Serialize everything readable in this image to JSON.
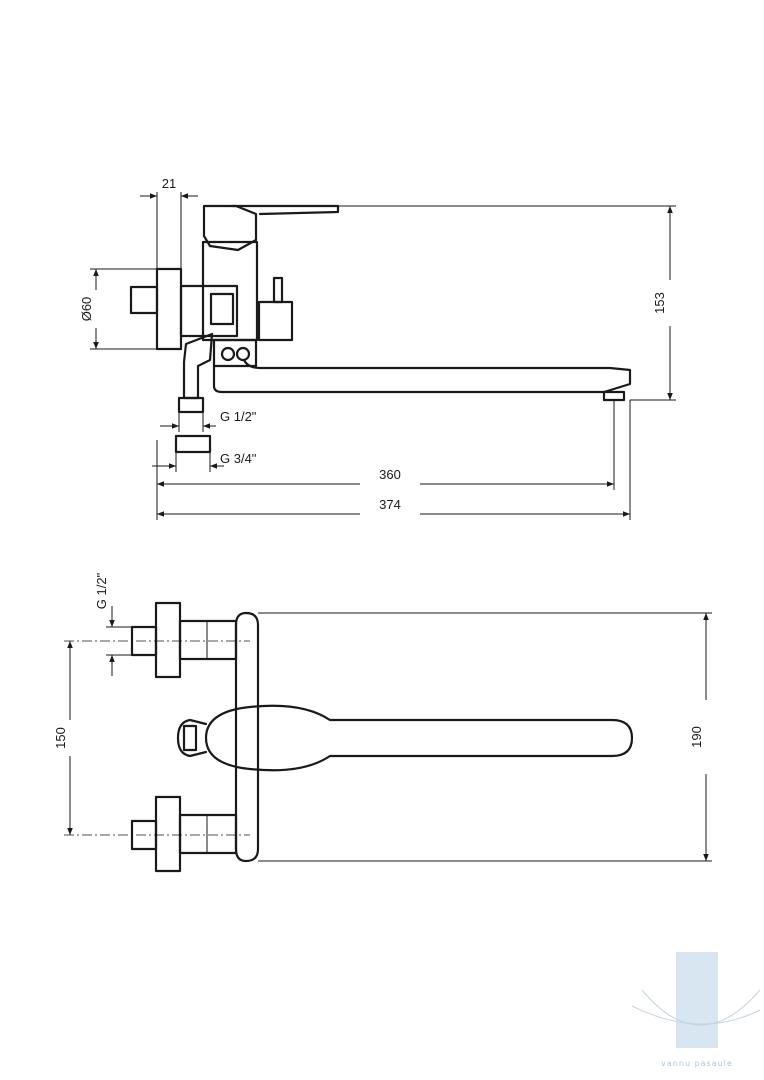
{
  "dimensions": {
    "top_view": {
      "d21": "21",
      "d60": "Ø60",
      "d153": "153",
      "g_half": "G 1/2\"",
      "g_three_quarter": "G 3/4\"",
      "d360": "360",
      "d374": "374"
    },
    "front_view": {
      "g_half": "G 1/2\"",
      "d150": "150",
      "d190": "190"
    }
  },
  "watermark": {
    "text": "vannu pasaule",
    "color": "#c9dbeb"
  }
}
